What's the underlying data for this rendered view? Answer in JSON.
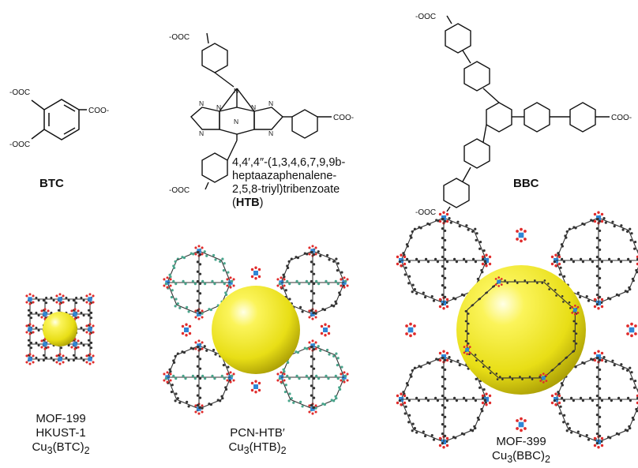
{
  "ligands": {
    "btc": {
      "name": "BTC"
    },
    "htb": {
      "iupac_lines": [
        "4,4′,4″-(1,3,4,6,7,9,9b-",
        "heptaazaphenalene-",
        "2,5,8-triyl)tribenzoate"
      ],
      "abbr_open": "(",
      "abbr": "HTB",
      "abbr_close": ")"
    },
    "bbc": {
      "name": "BBC"
    }
  },
  "groups": {
    "carboxylate": "-OOC",
    "carboxylate_right": "COO-",
    "nitrogen": "N"
  },
  "frameworks": [
    {
      "lines": [
        "MOF-199",
        "HKUST-1"
      ],
      "formula": {
        "metal": "Cu",
        "metal_sub": "3",
        "ligand": "(BTC)",
        "ligand_sub": "2"
      }
    },
    {
      "lines": [
        "PCN-HTB′"
      ],
      "formula": {
        "metal": "Cu",
        "metal_sub": "3",
        "ligand": "(HTB)",
        "ligand_sub": "2"
      }
    },
    {
      "lines": [
        "MOF-399"
      ],
      "formula": {
        "metal": "Cu",
        "metal_sub": "3",
        "ligand": "(BBC)",
        "ligand_sub": "2"
      }
    }
  ],
  "colors": {
    "sphere": "#f2ea1a",
    "framework_carbon": "#333333",
    "copper": "#2f86d6",
    "oxygen": "#e02b2b",
    "htb_ring": "#49a58c"
  }
}
